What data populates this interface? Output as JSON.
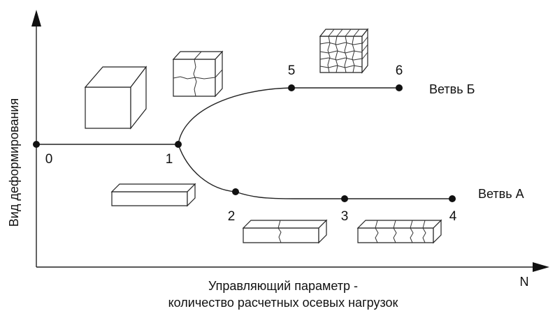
{
  "axes": {
    "y_label": "Вид деформирования",
    "x_label_line1": "Управляющий параметр -",
    "x_label_line2": "количество расчетных осевых нагрузок",
    "x_symbol": "N"
  },
  "points": {
    "p0": "0",
    "p1": "1",
    "p2": "2",
    "p3": "3",
    "p4": "4",
    "p5": "5",
    "p6": "6"
  },
  "branches": {
    "a": "Ветвь А",
    "b": "Ветвь Б"
  }
}
